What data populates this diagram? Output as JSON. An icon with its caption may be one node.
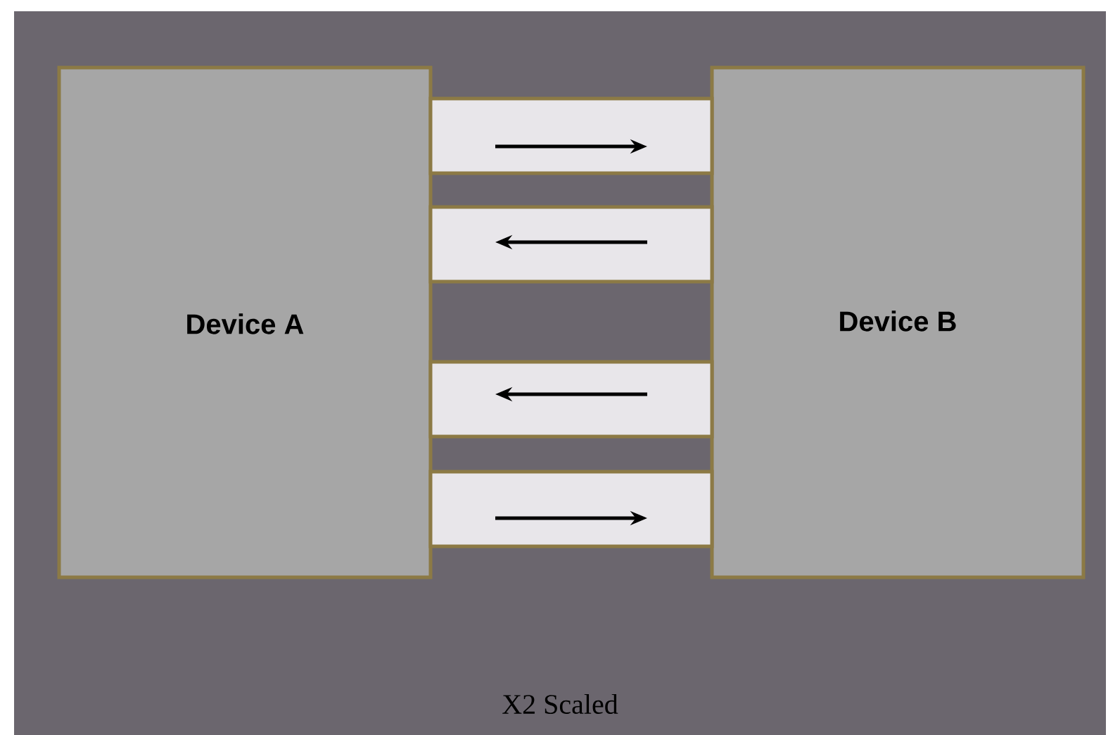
{
  "diagram": {
    "caption": "X2 Scaled",
    "nodes": [
      {
        "text": [
          "Device A"
        ]
      },
      {
        "text": [
          "Device B"
        ]
      },
      {
        "text": [],
        "shape": "bar"
      },
      {
        "text": [],
        "shape": "bar"
      },
      {
        "text": [],
        "shape": "bar"
      },
      {
        "text": [],
        "shape": "bar"
      }
    ]
  }
}
